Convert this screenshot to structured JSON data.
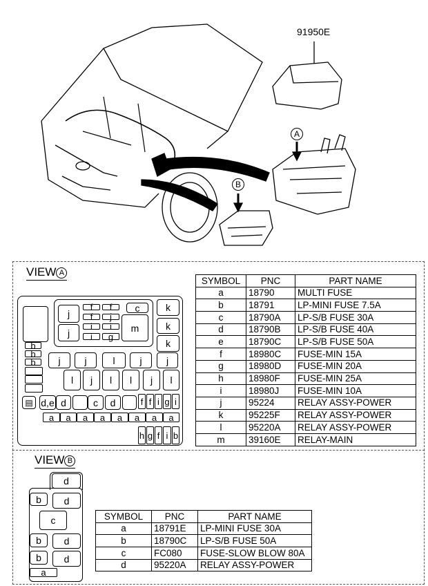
{
  "part_callout": "91950E",
  "callout_a": "A",
  "callout_b": "B",
  "view_a": {
    "title": "VIEW",
    "marker": "A",
    "cells": [
      "j",
      "j",
      "f",
      "f",
      "f",
      "j",
      "i",
      "i",
      "i",
      "g",
      "c",
      "m",
      "k",
      "k",
      "k",
      "b",
      "b",
      "b",
      "j",
      "j",
      "l",
      "j",
      "j",
      "l",
      "j",
      "l",
      "l",
      "j",
      "l",
      "d,e",
      "d",
      "c",
      "d",
      "f",
      "f",
      "i",
      "g",
      "i",
      "a",
      "a",
      "a",
      "a",
      "a",
      "a",
      "a",
      "a",
      "h",
      "g",
      "f",
      "i",
      "b"
    ],
    "table": {
      "headers": [
        "SYMBOL",
        "PNC",
        "PART NAME"
      ],
      "rows": [
        [
          "a",
          "18790",
          "MULTI FUSE"
        ],
        [
          "b",
          "18791",
          "LP-MINI FUSE 7.5A"
        ],
        [
          "c",
          "18790A",
          "LP-S/B FUSE 30A"
        ],
        [
          "d",
          "18790B",
          "LP-S/B FUSE 40A"
        ],
        [
          "e",
          "18790C",
          "LP-S/B FUSE 50A"
        ],
        [
          "f",
          "18980C",
          "FUSE-MIN 15A"
        ],
        [
          "g",
          "18980D",
          "FUSE-MIN 20A"
        ],
        [
          "h",
          "18980F",
          "FUSE-MIN 25A"
        ],
        [
          "i",
          "18980J",
          "FUSE-MIN 10A"
        ],
        [
          "j",
          "95224",
          "RELAY ASSY-POWER"
        ],
        [
          "k",
          "95225F",
          "RELAY ASSY-POWER"
        ],
        [
          "l",
          "95220A",
          "RELAY ASSY-POWER"
        ],
        [
          "m",
          "39160E",
          "RELAY-MAIN"
        ]
      ]
    }
  },
  "view_b": {
    "title": "VIEW",
    "marker": "B",
    "cells": [
      "d",
      "b",
      "d",
      "c",
      "b",
      "d",
      "b",
      "d",
      "a"
    ],
    "table": {
      "headers": [
        "SYMBOL",
        "PNC",
        "PART NAME"
      ],
      "rows": [
        [
          "a",
          "18791E",
          "LP-MINI FUSE 30A"
        ],
        [
          "b",
          "18790C",
          "LP-S/B FUSE 50A"
        ],
        [
          "c",
          "FC080",
          "FUSE-SLOW BLOW 80A"
        ],
        [
          "d",
          "95220A",
          "RELAY ASSY-POWER"
        ]
      ]
    }
  }
}
